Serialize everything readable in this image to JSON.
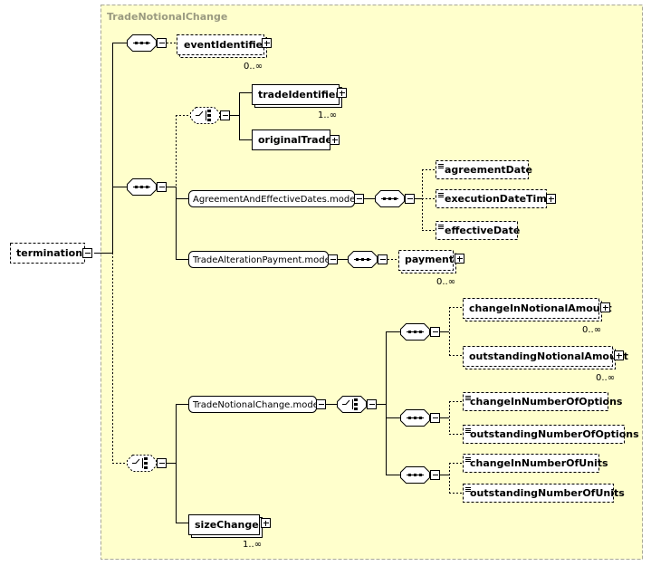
{
  "title": "TradeNotionalChange",
  "root": {
    "name": "termination"
  },
  "elements": {
    "eventIdentifier": {
      "name": "eventIdentifier",
      "cardinality": "0..∞"
    },
    "tradeIdentifier": {
      "name": "tradeIdentifier",
      "cardinality": "1..∞"
    },
    "originalTrade": {
      "name": "originalTrade"
    },
    "agreementDate": {
      "name": "agreementDate"
    },
    "executionDateTime": {
      "name": "executionDateTime"
    },
    "effectiveDate": {
      "name": "effectiveDate"
    },
    "payment": {
      "name": "payment",
      "cardinality": "0..∞"
    },
    "changeInNotionalAmount": {
      "name": "changeInNotionalAmount",
      "cardinality": "0..∞"
    },
    "outstandingNotionalAmount": {
      "name": "outstandingNotionalAmount",
      "cardinality": "0..∞"
    },
    "changeInNumberOfOptions": {
      "name": "changeInNumberOfOptions"
    },
    "outstandingNumberOfOptions": {
      "name": "outstandingNumberOfOptions"
    },
    "changeInNumberOfUnits": {
      "name": "changeInNumberOfUnits"
    },
    "outstandingNumberOfUnits": {
      "name": "outstandingNumberOfUnits"
    },
    "sizeChange": {
      "name": "sizeChange",
      "cardinality": "1..∞"
    }
  },
  "groups": {
    "agreementAndEffectiveDates": {
      "name": "AgreementAndEffectiveDates.model"
    },
    "tradeAlterationPayment": {
      "name": "TradeAlterationPayment.model"
    },
    "tradeNotionalChange": {
      "name": "TradeNotionalChange.model"
    }
  },
  "colors": {
    "background": "#ffffcc",
    "frame": "#a8a898",
    "title": "#9a9a80",
    "box_fill": "#ffffff",
    "line": "#000000"
  }
}
